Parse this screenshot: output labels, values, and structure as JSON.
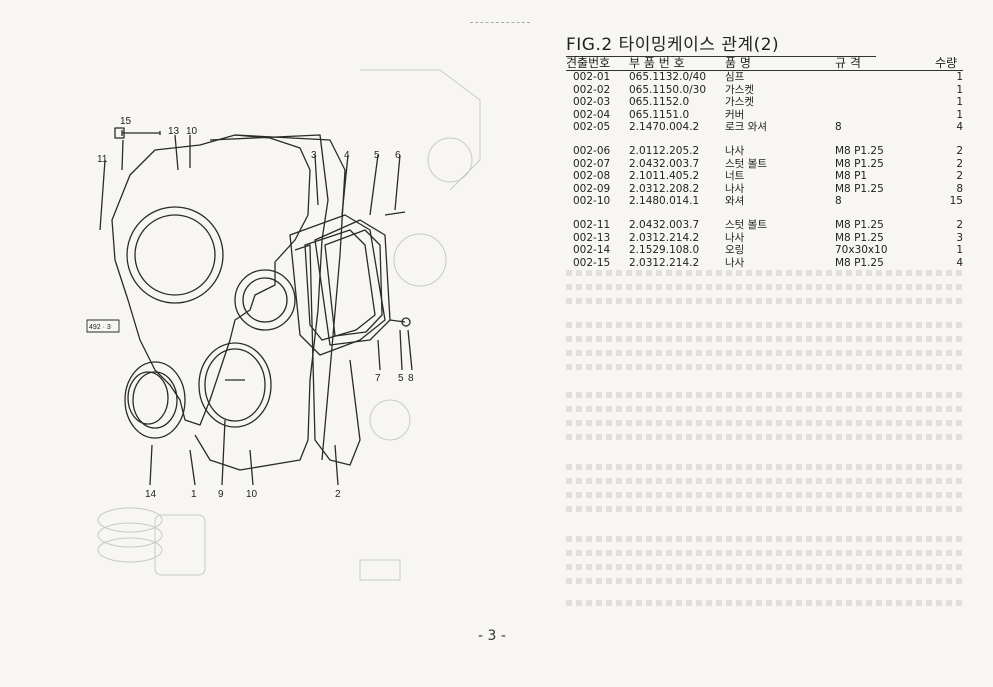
{
  "figure": {
    "title": "FIG.2 타이밍케이스 관계(2)"
  },
  "table": {
    "headers": {
      "ref": "견출번호",
      "part_no": "부 품 번 호",
      "name": "품          명",
      "spec": "규          격",
      "qty": "수량"
    },
    "group1": [
      {
        "ref": "002-01",
        "part_no": "065.1132.0/40",
        "name": "심프",
        "spec": "",
        "qty": "1"
      },
      {
        "ref": "002-02",
        "part_no": "065.1150.0/30",
        "name": "가스켓",
        "spec": "",
        "qty": "1"
      },
      {
        "ref": "002-03",
        "part_no": "065.1152.0",
        "name": "가스켓",
        "spec": "",
        "qty": "1"
      },
      {
        "ref": "002-04",
        "part_no": "065.1151.0",
        "name": "커버",
        "spec": "",
        "qty": "1"
      },
      {
        "ref": "002-05",
        "part_no": "2.1470.004.2",
        "name": "로크 와셔",
        "spec": "8",
        "qty": "4"
      }
    ],
    "group2": [
      {
        "ref": "002-06",
        "part_no": "2.0112.205.2",
        "name": "나사",
        "spec": "M8 P1.25",
        "qty": "2"
      },
      {
        "ref": "002-07",
        "part_no": "2.0432.003.7",
        "name": "스텃 볼트",
        "spec": "M8 P1.25",
        "qty": "2"
      },
      {
        "ref": "002-08",
        "part_no": "2.1011.405.2",
        "name": "너트",
        "spec": "M8 P1",
        "qty": "2"
      },
      {
        "ref": "002-09",
        "part_no": "2.0312.208.2",
        "name": "나사",
        "spec": "M8 P1.25",
        "qty": "8"
      },
      {
        "ref": "002-10",
        "part_no": "2.1480.014.1",
        "name": "와셔",
        "spec": "8",
        "qty": "15"
      }
    ],
    "group3": [
      {
        "ref": "002-11",
        "part_no": "2.0432.003.7",
        "name": "스텃 볼트",
        "spec": "M8 P1.25",
        "qty": "2"
      },
      {
        "ref": "002-13",
        "part_no": "2.0312.214.2",
        "name": "나사",
        "spec": "M8 P1.25",
        "qty": "3"
      },
      {
        "ref": "002-14",
        "part_no": "2.1529.108.0",
        "name": "오링",
        "spec": "70x30x10",
        "qty": "1"
      },
      {
        "ref": "002-15",
        "part_no": "2.0312.214.2",
        "name": "나사",
        "spec": "M8 P1.25",
        "qty": "4"
      }
    ]
  },
  "callouts": [
    "15",
    "13",
    "10",
    "11",
    "3",
    "4",
    "5",
    "6",
    "492 · 3",
    "7",
    "5",
    "8",
    "14",
    "1",
    "9",
    "10",
    "2"
  ],
  "page": {
    "number": "- 3 -"
  }
}
